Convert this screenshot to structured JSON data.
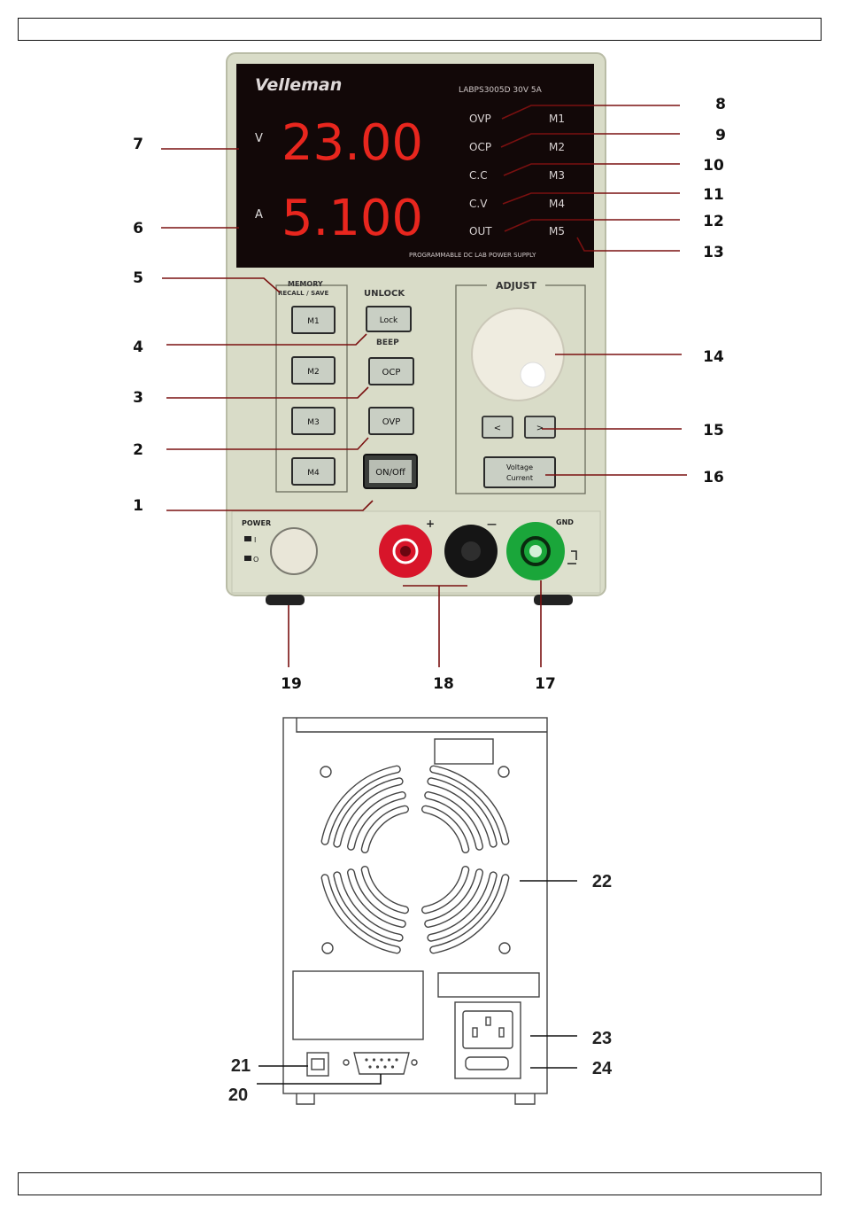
{
  "display": {
    "brand": "Velleman",
    "model": "LABPS3005D   30V 5A",
    "volt_unit": "V",
    "amp_unit": "A",
    "voltage": "23.00",
    "current": "5.100",
    "indicators": [
      "OVP",
      "OCP",
      "C.C",
      "C.V",
      "OUT"
    ],
    "memory_slots": [
      "M1",
      "M2",
      "M3",
      "M4",
      "M5"
    ],
    "footer": "PROGRAMMABLE DC LAB POWER SUPPLY"
  },
  "panel": {
    "memory_title": "MEMORY",
    "memory_subtitle": "RECALL / SAVE",
    "memory_buttons": [
      "M1",
      "M2",
      "M3",
      "M4"
    ],
    "unlock_label": "UNLOCK",
    "lock_button": "Lock",
    "beep_label": "BEEP",
    "ocp_button": "OCP",
    "ovp_button": "OVP",
    "onoff_button": "ON/Off",
    "adjust_label": "ADJUST",
    "left_arrow": "<",
    "right_arrow": ">",
    "vi_button_line1": "Voltage",
    "vi_button_line2": "Current",
    "power_label": "POWER",
    "power_on": "I",
    "power_off": "O",
    "plus_label": "+",
    "minus_label": "—",
    "gnd_label": "GND"
  },
  "callouts": {
    "front": [
      "1",
      "2",
      "3",
      "4",
      "5",
      "6",
      "7",
      "8",
      "9",
      "10",
      "11",
      "12",
      "13",
      "14",
      "15",
      "16",
      "17",
      "18",
      "19"
    ],
    "back": [
      "20",
      "21",
      "22",
      "23",
      "24"
    ]
  },
  "colors": {
    "body": "#d9dcc8",
    "display": "#120808",
    "led_red": "#e8261e",
    "red_terminal": "#d8152a",
    "black_terminal": "#151515",
    "green_terminal": "#1aa63a",
    "leader_line": "#7a1010"
  }
}
